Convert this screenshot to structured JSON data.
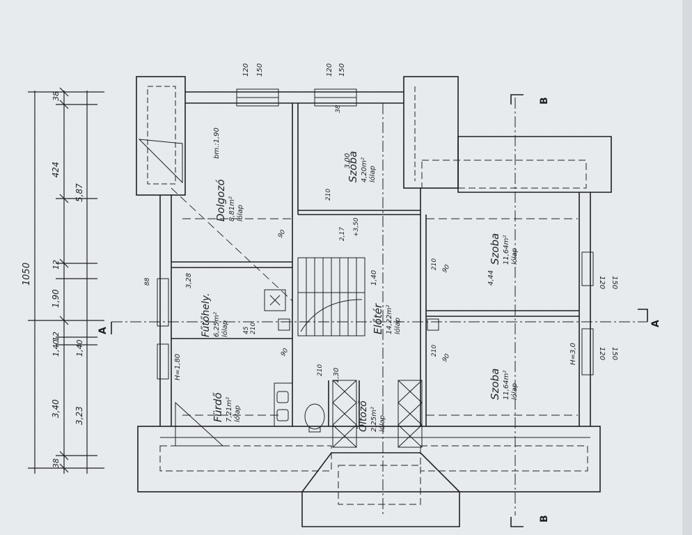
{
  "paper": {
    "color": "#e9ecef",
    "ink": "#1d1f24",
    "background": "#cfd3d7"
  },
  "dimensions": {
    "total": "1050",
    "d_38_top": "38",
    "d_424": "424",
    "d_587": "5,87",
    "d_12_a": "12",
    "d_190": "1,90",
    "d_12_b": "12",
    "d_140_a": "1,40",
    "d_140_b": "1,40",
    "d_340": "3,40",
    "d_323": "3,23",
    "d_38_bottom": "38"
  },
  "window_marks": {
    "w1_a": "120",
    "w1_b": "150",
    "w2_a": "120",
    "w2_b": "150",
    "w3_a": "120",
    "w3_b": "150",
    "w4_a": "120",
    "w4_b": "150"
  },
  "section_marks": {
    "a_left": "A",
    "a_right": "A",
    "b_top": "B",
    "b_bottom": "B"
  },
  "rooms": [
    {
      "name": "Dolgozó",
      "area": "8,81m²",
      "floor": "lólap",
      "note": "bm.:1,90"
    },
    {
      "name": "Szoba",
      "area": "4,20m²",
      "floor": "lólap",
      "note": "3,00"
    },
    {
      "name": "Szoba",
      "area": "11,64m²",
      "floor": "lólap",
      "note": "4,44"
    },
    {
      "name": "Fűtőhely.",
      "area": "6,25m²",
      "floor": "lólap",
      "note": "3,28"
    },
    {
      "name": "Előtér",
      "area": "14,22m²",
      "floor": "lólap",
      "note": "1,40"
    },
    {
      "name": "Fürdő",
      "area": "7,21m²",
      "floor": "lólap",
      "note": "H=1,80"
    },
    {
      "name": "Öltöző",
      "area": "2,25m²",
      "floor": "lólap",
      "note": "1,30"
    },
    {
      "name": "Szoba",
      "area": "11,64m²",
      "floor": "lólap",
      "note": "H=3,0"
    }
  ],
  "door_marks": {
    "d1": "90",
    "d2": "210",
    "d3": "38",
    "d4": "90",
    "d5": "210",
    "d6": "45",
    "d7": "210",
    "d8": "90",
    "d9": "210",
    "d10": "90",
    "d11": "210",
    "d12": "+3,50",
    "d13": "2,17",
    "d14": "88"
  }
}
